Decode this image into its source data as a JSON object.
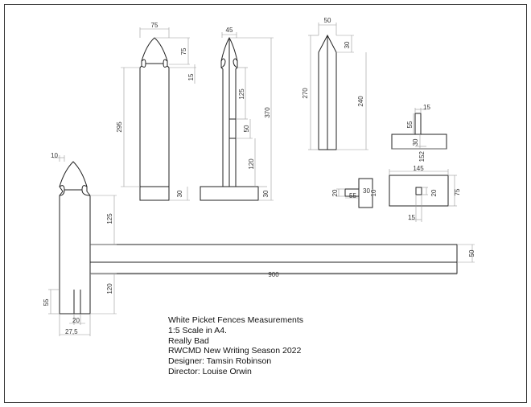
{
  "drawing": {
    "dimensions": {
      "d75_top": "75",
      "d75_side": "75",
      "d15_side": "15",
      "d295": "295",
      "d30_a": "30",
      "d45": "45",
      "d125_a": "125",
      "d50_a": "50",
      "d370": "370",
      "d120_a": "120",
      "d30_b": "30",
      "d50_top": "50",
      "d30_c": "30",
      "d270": "270",
      "d240": "240",
      "d15_b": "15",
      "d55_a": "55",
      "d30_d": "30",
      "d152": "152",
      "d145": "145",
      "d20_a": "20",
      "d55_b": "55",
      "d30_e": "30",
      "d10_a": "10",
      "d20_b": "20",
      "d75_c": "75",
      "d15_c": "15",
      "d10_b": "10",
      "d125_b": "125",
      "d50_b": "50",
      "d900": "900",
      "d120_b": "120",
      "d55_c": "55",
      "d20_c": "20",
      "d27_5": "27,5"
    }
  },
  "notes": {
    "title": "White Picket Fences Measurements",
    "scale": "1:5 Scale in A4.",
    "production": "Really Bad",
    "season": "RWCMD New Writing Season 2022",
    "designer": "Designer: Tamsin Robinson",
    "director": "Director: Louise Orwin"
  }
}
